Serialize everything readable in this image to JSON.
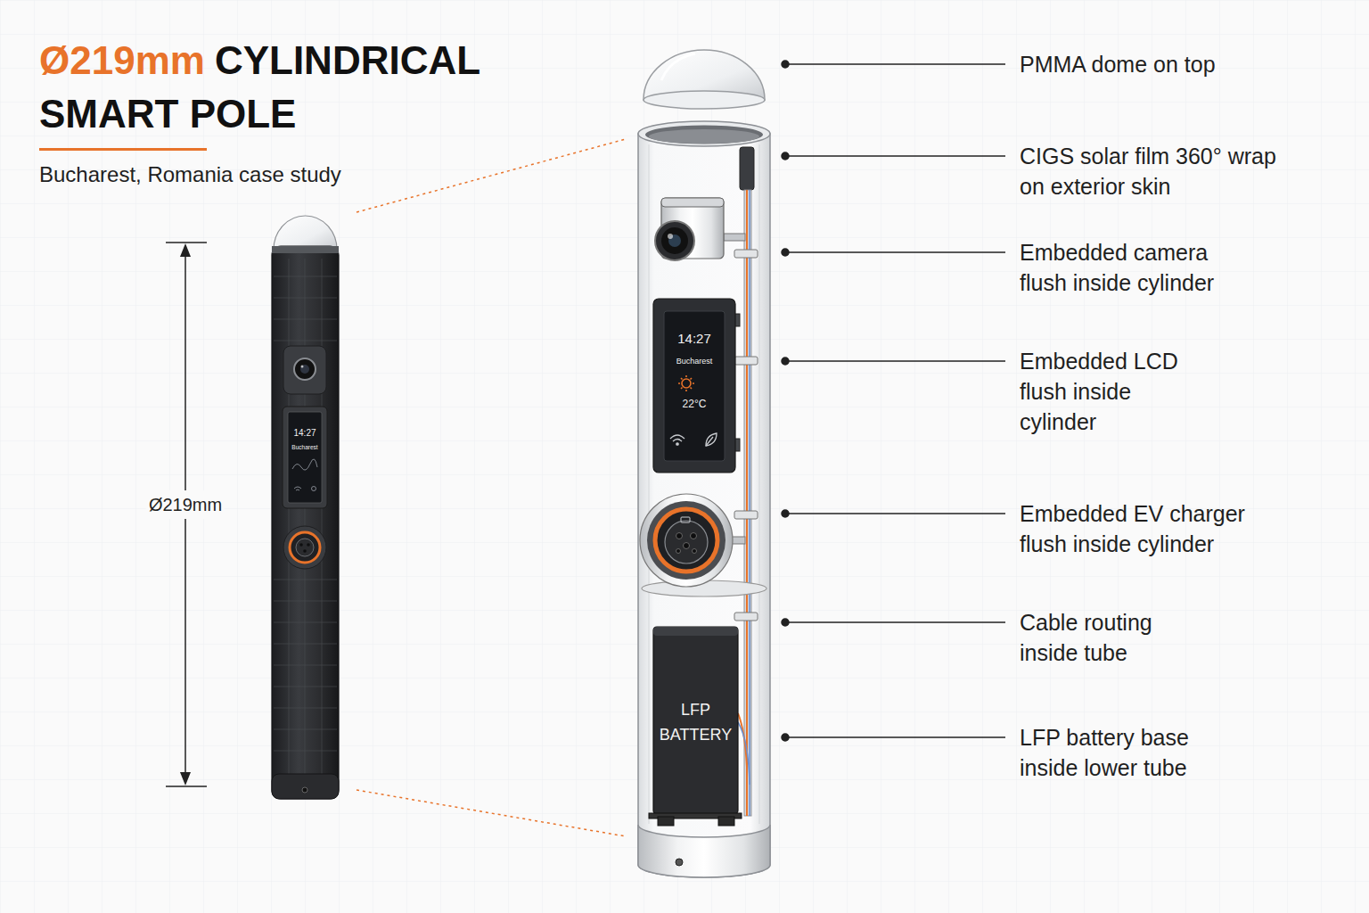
{
  "diagram": {
    "title": "CYLINDRICAL SMART POLE",
    "nodes": [
      {
        "text": [
          "14:27",
          "Bucharest"
        ]
      },
      {
        "text": [
          "14:27",
          "Bucharest",
          "22°C"
        ]
      },
      {
        "text": [
          "LFP BATTERY"
        ]
      }
    ],
    "labels": [
      "Ø219mm",
      "Bucharest, Romania case study",
      "Ø219mm",
      "PMMA dome on top",
      "CIGS solar film 360° wrap on exterior skin",
      "Embedded camera flush inside cylinder",
      "Embedded LCD flush inside cylinder",
      "Embedded EV charger flush inside cylinder",
      "Cable routing inside tube",
      "LFP battery base inside lower tube"
    ]
  }
}
